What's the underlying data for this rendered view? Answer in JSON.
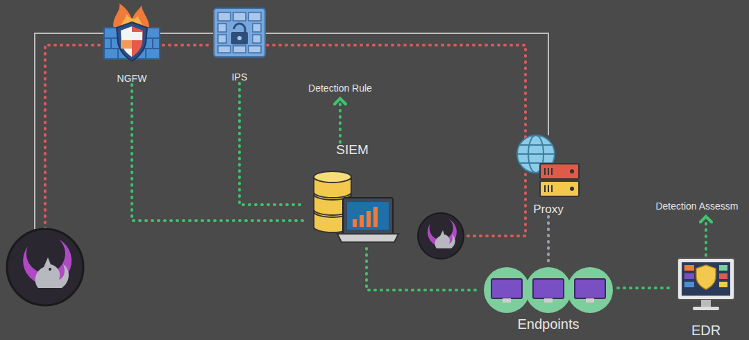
{
  "diagram": {
    "nodes": [
      {
        "text": [
          "NGFW"
        ]
      },
      {
        "text": [
          "IPS"
        ]
      },
      {
        "text": [
          "Detection Rule"
        ]
      },
      {
        "text": [
          "SIEM"
        ]
      },
      {
        "text": [
          "Proxy"
        ]
      },
      {
        "text": [
          "Detection Assessm"
        ]
      },
      {
        "text": [
          "Endpoints"
        ]
      },
      {
        "text": [
          "EDR"
        ]
      }
    ],
    "edges": [
      {
        "from": 0,
        "to": 1,
        "arrow": "none"
      },
      {
        "from": 0,
        "to": 3,
        "arrow": "none"
      },
      {
        "from": 1,
        "to": 3,
        "arrow": "none"
      },
      {
        "from": 3,
        "to": 2,
        "arrow": "to"
      },
      {
        "from": 4,
        "to": 6,
        "arrow": "none"
      },
      {
        "from": 3,
        "to": 6,
        "arrow": "none"
      },
      {
        "from": 6,
        "to": 7,
        "arrow": "none"
      },
      {
        "from": 7,
        "to": 5,
        "arrow": "to"
      }
    ]
  }
}
